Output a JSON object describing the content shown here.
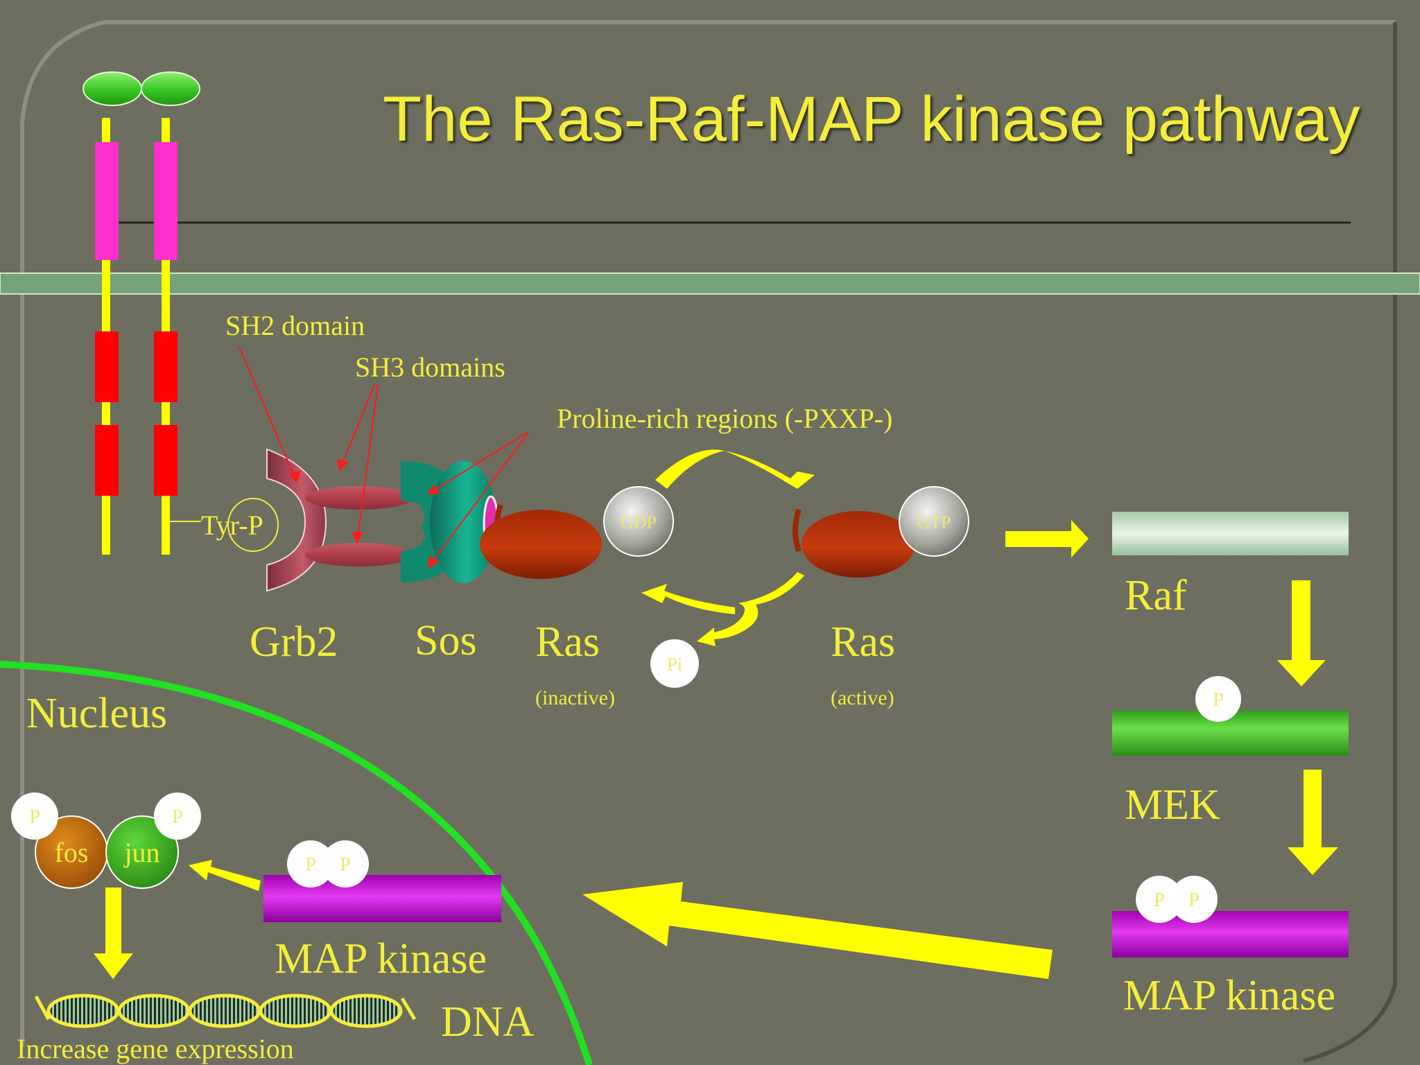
{
  "title": "The Ras-Raf-MAP kinase pathway",
  "labels": {
    "sh2": "SH2 domain",
    "sh3": "SH3 domains",
    "proline": "Proline-rich regions (-PXXP-)",
    "tyrp": "Tyr-P",
    "grb2": "Grb2",
    "sos": "Sos",
    "ras_inactive": "Ras",
    "inactive": "(inactive)",
    "ras_active": "Ras",
    "active": "(active)",
    "gdp": "GDP",
    "gtp": "GTP",
    "pi": "Pi",
    "raf": "Raf",
    "mek": "MEK",
    "mapk_right": "MAP kinase",
    "mapk_left": "MAP kinase",
    "nucleus": "Nucleus",
    "fos": "fos",
    "jun": "jun",
    "dna": "DNA",
    "gene_expr": "Increase gene expression",
    "p": "P"
  },
  "colors": {
    "background": "#6d6e60",
    "text": "#f4ee3a",
    "membrane": "#76a277",
    "nucleus_envelope": "#22e022",
    "arrow": "#ffff00"
  }
}
